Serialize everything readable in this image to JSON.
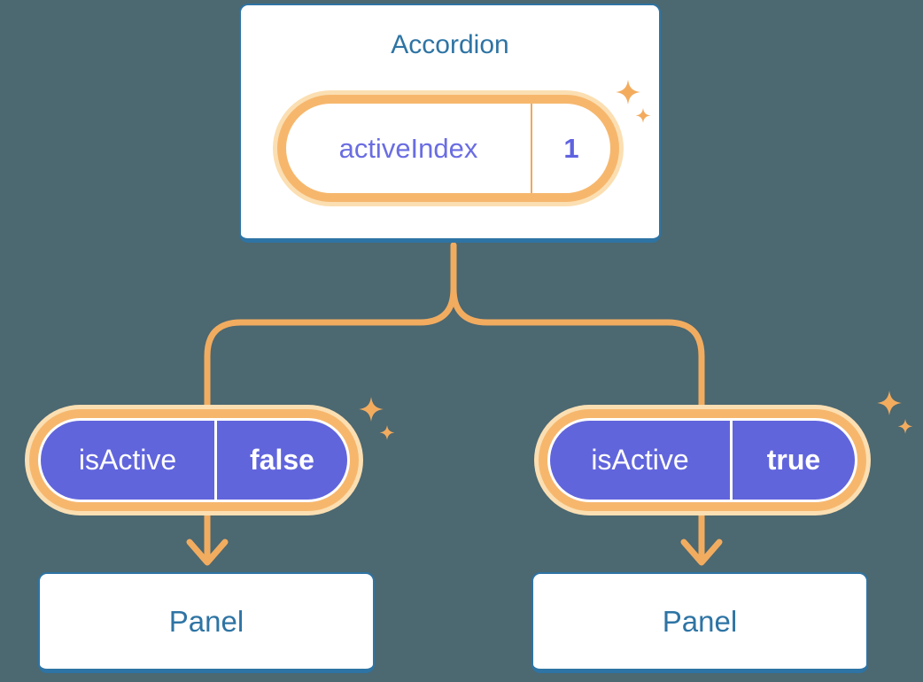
{
  "background": "#4c6871",
  "palette": {
    "card_border_blue": "#2e74a4",
    "card_text_blue": "#2e74a4",
    "pill_ring_orange": "#f6b76d",
    "pill_glow_orange": "#fbdfb2",
    "connector_orange": "#f2ac5f",
    "sparkle_orange": "#f3ac5e",
    "prop_purple": "#6165dc",
    "state_text_purple": "#6a6de2",
    "card_background": "#ffffff"
  },
  "root_component": {
    "name": "Accordion",
    "state": {
      "label": "activeIndex",
      "value": "1"
    }
  },
  "children": [
    {
      "prop_label": "isActive",
      "prop_value": "false",
      "component": "Panel"
    },
    {
      "prop_label": "isActive",
      "prop_value": "true",
      "component": "Panel"
    }
  ]
}
